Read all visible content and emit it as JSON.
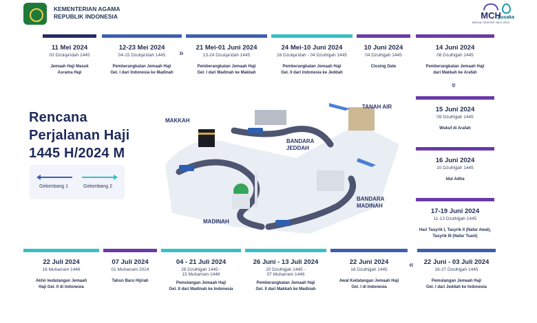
{
  "header": {
    "org_line1": "KEMENTERIAN AGAMA",
    "org_line2": "REPUBLIK INDONESIA",
    "mch_logo": "MCH",
    "mch_sub": "MEDIA CENTER HAJI 2024",
    "pusaka_logo": "pusaka"
  },
  "title": {
    "line1": "Rencana",
    "line2": "Perjalanan Haji",
    "line3": "1445 H/2024 M"
  },
  "legend": {
    "wave1": "Gelombang 1",
    "wave2": "Gelombang 2"
  },
  "map_labels": {
    "makkah": "MAKKAH",
    "madinah": "MADINAH",
    "jeddah_1": "BANDARA",
    "jeddah_2": "JEDDAH",
    "tanah_air": "TANAH AIR",
    "madinah_airport_1": "BANDARA",
    "madinah_airport_2": "MADINAH"
  },
  "top_row": [
    {
      "date": "11 Mei 2024",
      "hijri": "03 Dzulqa'idah 1445",
      "desc": [
        "Jemaah Haji Masuk",
        "Asrama Haji"
      ],
      "color": "navy"
    },
    {
      "date": "12-23 Mei 2024",
      "hijri": "04-15 Dzulqa'idah 1445",
      "desc": [
        "Pemberangkatan Jemaah Haji",
        "Gel. I dari Indonesia ke Madinah"
      ],
      "color": "blue"
    },
    {
      "date": "21 Mei-01 Juni 2024",
      "hijri": "13-24 Dzulqa'idah 1445",
      "desc": [
        "Pemberangkatan Jemaah Haji",
        "Gel. I dari Madinah ke Makkah"
      ],
      "color": "blue"
    },
    {
      "date": "24 Mei-10 Juni 2024",
      "hijri": "16 Dzulqa'idah - 04 Dzulhijjah 1445",
      "desc": [
        "Pemberangkatan Jemaah Haji",
        "Gel. II dari Indonesia ke Jeddah"
      ],
      "color": "teal"
    },
    {
      "date": "10 Juni 2024",
      "hijri": "04 Dzulhijjah 1445",
      "desc": [
        "Closing Date"
      ],
      "color": "purple"
    },
    {
      "date": "14 Juni 2024",
      "hijri": "08 Dzulhijjah 1445",
      "desc": [
        "Pemberangkatan Jemaah Haji",
        "dari Makkah ke Arafah"
      ],
      "color": "purple"
    }
  ],
  "right_col": [
    {
      "date": "15 Juni 2024",
      "hijri": "09 Dzulhijjah 1445",
      "desc": [
        "Wukuf di Arafah"
      ],
      "color": "purple"
    },
    {
      "date": "16 Juni 2024",
      "hijri": "10 Dzulhijjah 1445",
      "desc": [
        "Idul Adha"
      ],
      "color": "purple"
    },
    {
      "date": "17-19 Juni 2024",
      "hijri": "11-13 Dzulhijjah 1445",
      "desc": [
        "Hari Tasyrik I, Tasyrik II (Nafar Awal),",
        "Tasyrik III (Nafar Tsani)"
      ],
      "color": "purple"
    }
  ],
  "bottom_row": [
    {
      "date": "22 Juli 2024",
      "hijri": "16 Muharram 1446",
      "desc": [
        "Akhir kedatangan Jemaah",
        "Haji Gel. II di Indonesia"
      ],
      "color": "teal"
    },
    {
      "date": "07 Juli 2024",
      "hijri": "01 Muharram 2024",
      "desc": [
        "Tahun Baru Hijriah"
      ],
      "color": "purple"
    },
    {
      "date": "04 - 21 Juli 2024",
      "hijri": "28 Dzulhijjah 1445 -",
      "hijri2": "15 Muharram 1446",
      "desc": [
        "Pemulangan Jemaah Haji",
        "Gel. II dari Madinah ke Indonesia"
      ],
      "color": "teal"
    },
    {
      "date": "26 Juni - 13 Juli 2024",
      "hijri": "20 Dzulhijjah 1445 -",
      "hijri2": "07 Muharram 1446",
      "desc": [
        "Pemberangkatan Jemaah Haji",
        "Gel. II dari Makkah ke Madinah"
      ],
      "color": "teal"
    },
    {
      "date": "22 Juni 2024",
      "hijri": "16 Dzulhijjah 1445",
      "desc": [
        "Awal Kedatangan Jemaah Haji",
        "Gel. I di Indonesia"
      ],
      "color": "blue"
    },
    {
      "date": "22 Juni - 03 Juli 2024",
      "hijri": "16-27 Dzulhijjah 1445",
      "desc": [
        "Pemulangan Jemaah Haji",
        "Gel. I dari Jeddah ke Indonesia"
      ],
      "color": "blue"
    }
  ],
  "arrows": {
    "right": "»",
    "down": "»",
    "left": "«"
  },
  "colors": {
    "navy": "#222d63",
    "blue": "#3e5fb0",
    "teal": "#33c1c5",
    "purple": "#6a3aa8"
  }
}
